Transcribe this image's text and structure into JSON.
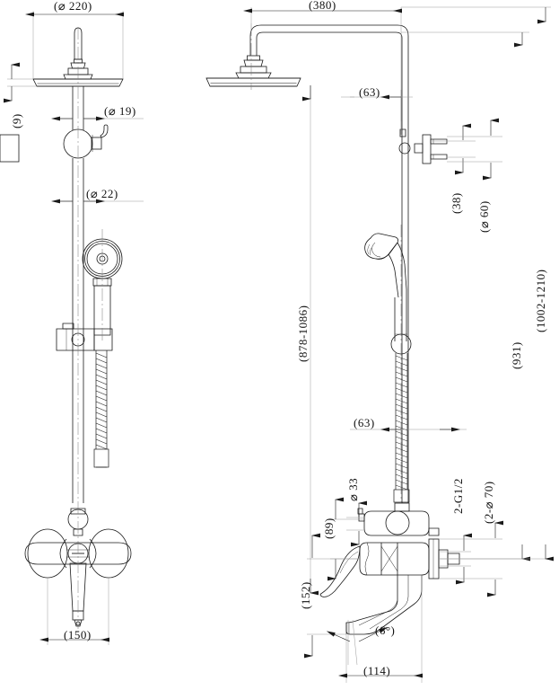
{
  "drawing": {
    "title": "Shower column with bath mixer - dimensioned orthographic drawing",
    "type": "engineering-drawing",
    "units": "mm",
    "line_color": "#1a1a1a",
    "background_color": "#ffffff",
    "views": [
      {
        "name": "front-view",
        "description": "Front elevation of shower column, overhead rain head, hand shower, hose and wall-mounted bath mixer"
      },
      {
        "name": "side-view",
        "description": "Side elevation of shower column showing offset shower arm, riser, hand shower, hose and bath mixer with spout"
      }
    ],
    "dimensions": {
      "front_view": [
        {
          "id": "d-220",
          "label": "(⌀ 220)",
          "value": 220,
          "kind": "diameter",
          "orientation": "horizontal",
          "note": "overhead rain shower head diameter"
        },
        {
          "id": "d-9",
          "label": "(9)",
          "value": 9,
          "kind": "linear",
          "orientation": "vertical",
          "note": "rain head plate thickness"
        },
        {
          "id": "d-19",
          "label": "(⌀ 19)",
          "value": 19,
          "kind": "diameter",
          "orientation": "horizontal",
          "note": "upper riser tube diameter"
        },
        {
          "id": "d-22",
          "label": "(⌀ 22)",
          "value": 22,
          "kind": "diameter",
          "orientation": "horizontal",
          "note": "lower riser tube diameter"
        },
        {
          "id": "d-150",
          "label": "(150)",
          "value": 150,
          "kind": "linear",
          "orientation": "horizontal",
          "note": "mixer body inlet centre distance"
        }
      ],
      "side_view": [
        {
          "id": "d-380",
          "label": "(380)",
          "value": 380,
          "kind": "linear",
          "orientation": "horizontal",
          "note": "shower arm projection"
        },
        {
          "id": "d-63-top",
          "label": "(63)",
          "value": 63,
          "kind": "linear",
          "orientation": "horizontal",
          "note": "wall bracket projection upper"
        },
        {
          "id": "d-38",
          "label": "(38)",
          "value": 38,
          "kind": "linear",
          "orientation": "horizontal",
          "note": "wall plate depth"
        },
        {
          "id": "d-60",
          "label": "(⌀ 60)",
          "value": 60,
          "kind": "diameter",
          "orientation": "horizontal",
          "note": "wall plate cover diameter"
        },
        {
          "id": "d-878-1086",
          "label": "(878-1086)",
          "value": "878-1086",
          "kind": "range",
          "orientation": "vertical",
          "note": "adjustable hand shower holder height"
        },
        {
          "id": "d-63-lower",
          "label": "(63)",
          "value": 63,
          "kind": "linear",
          "orientation": "horizontal",
          "note": "riser offset from wall"
        },
        {
          "id": "d-33",
          "label": "⌀ 33",
          "value": 33,
          "kind": "diameter",
          "orientation": "horizontal",
          "note": "riser connector diameter"
        },
        {
          "id": "d-89",
          "label": "(89)",
          "value": 89,
          "kind": "linear",
          "orientation": "vertical",
          "note": "mixer body to riser inlet"
        },
        {
          "id": "d-152",
          "label": "(152)",
          "value": 152,
          "kind": "linear",
          "orientation": "vertical",
          "note": "mixer centre to spout outlet"
        },
        {
          "id": "d-2G12",
          "label": "2-G1/2",
          "value": "2-G1/2",
          "kind": "thread",
          "orientation": "vertical",
          "note": "two G1/2 inlet connections"
        },
        {
          "id": "d-2-70",
          "label": "(2-⌀ 70)",
          "value": "2-⌀ 70",
          "kind": "diameter",
          "orientation": "vertical",
          "note": "two escutcheon covers ⌀ 70"
        },
        {
          "id": "d-931",
          "label": "(931)",
          "value": 931,
          "kind": "linear",
          "orientation": "vertical",
          "note": "mixer centre to shower arm centre"
        },
        {
          "id": "d-1002-1210",
          "label": "(1002-1210)",
          "value": "1002-1210",
          "kind": "range",
          "orientation": "vertical",
          "note": "overall adjustable height"
        },
        {
          "id": "d-6deg",
          "label": "(6°)",
          "value": "6°",
          "kind": "angle",
          "orientation": "angular",
          "note": "spout outlet angle"
        },
        {
          "id": "d-114",
          "label": "(114)",
          "value": 114,
          "kind": "linear",
          "orientation": "horizontal",
          "note": "spout projection from wall"
        }
      ]
    },
    "components": [
      {
        "name": "rain-shower-head",
        "view": "both"
      },
      {
        "name": "shower-arm",
        "view": "side"
      },
      {
        "name": "riser-rail",
        "view": "both"
      },
      {
        "name": "diverter-valve",
        "view": "both"
      },
      {
        "name": "hand-shower",
        "view": "both"
      },
      {
        "name": "hand-shower-holder",
        "view": "both"
      },
      {
        "name": "flexible-hose",
        "view": "both"
      },
      {
        "name": "bath-mixer-body",
        "view": "both"
      },
      {
        "name": "mixer-lever-handle",
        "view": "side"
      },
      {
        "name": "bath-spout",
        "view": "side"
      },
      {
        "name": "wall-bracket",
        "view": "side"
      }
    ]
  }
}
